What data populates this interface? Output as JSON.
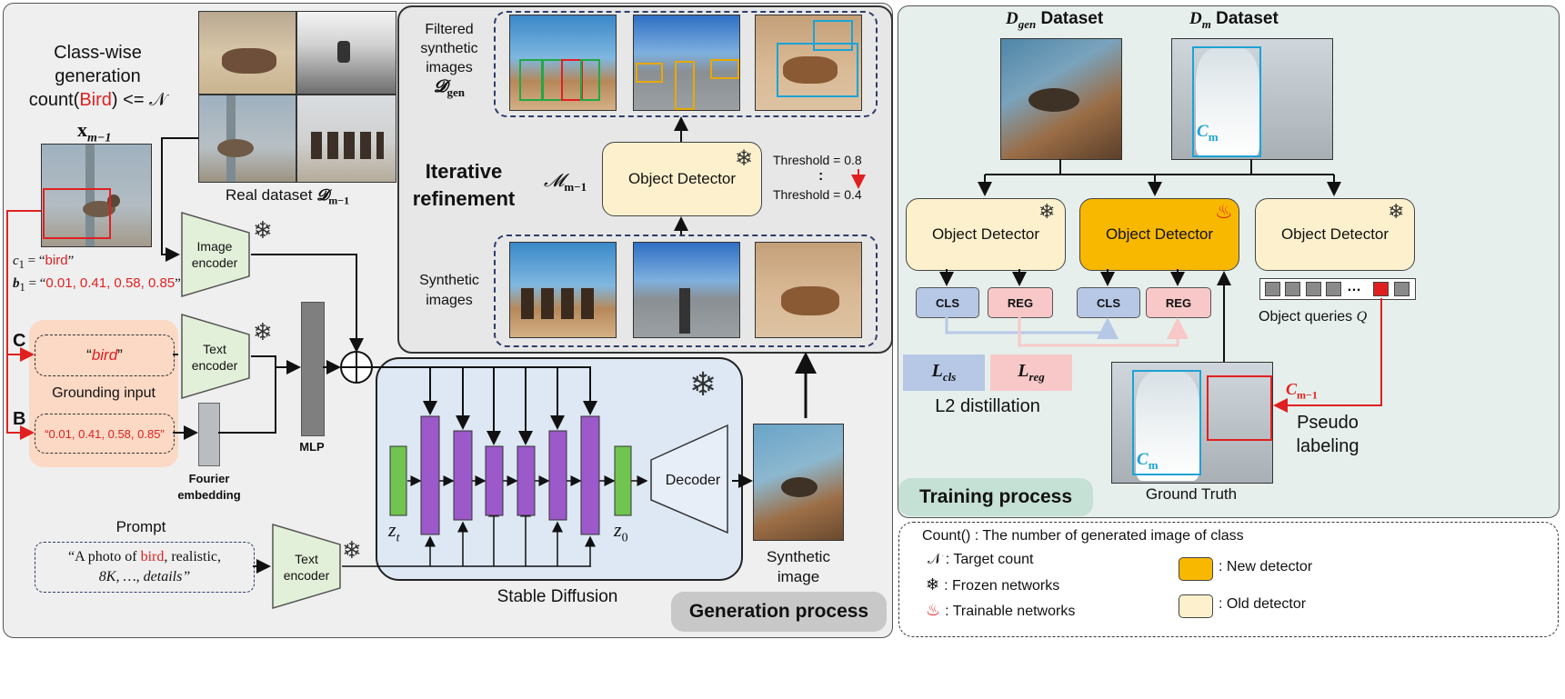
{
  "classwise": {
    "line1": "Class-wise",
    "line2": "generation",
    "count_prefix": "count(",
    "count_class": "Bird",
    "count_suffix": ") <= ",
    "count_symbol": "𝒩",
    "x_label": "x",
    "x_sub": "m−1"
  },
  "grounding_text": {
    "c1_label": "c",
    "c1_sub": "1",
    "c1_eq": " = “",
    "c1_value": "bird",
    "c1_close": "”",
    "b1_label": "b",
    "b1_sub": "1",
    "b1_eq": " = “",
    "b1_value": "0.01, 0.41, 0.58, 0.85",
    "b1_close": "”"
  },
  "real_dataset": {
    "label": "Real dataset ",
    "symbol": "𝓓",
    "sub": "m−1"
  },
  "encoders": {
    "image": "Image encoder",
    "text1": "Text encoder",
    "text2": "Text encoder",
    "fourier_line1": "Fourier",
    "fourier_line2": "embedding",
    "mlp": "MLP"
  },
  "grounding": {
    "C": "C",
    "B": "B",
    "bird_open": "“",
    "bird": "bird",
    "bird_close": "”",
    "box_value": "“0.01, 0.41, 0.58, 0.85”",
    "label": "Grounding input"
  },
  "prompt": {
    "title": "Prompt",
    "line1_a": "“A photo of ",
    "line1_b": "bird",
    "line1_c": ", realistic,",
    "line2": "8K, …, details”"
  },
  "diffusion": {
    "zt": "z",
    "zt_sub": "t",
    "z0": "z",
    "z0_sub": "0",
    "decoder": "Decoder",
    "label": "Stable Diffusion"
  },
  "synthetic_image": {
    "line1": "Synthetic",
    "line2": "image"
  },
  "refinement": {
    "filtered_line1": "Filtered",
    "filtered_line2": "synthetic",
    "filtered_line3": "images",
    "dgen": "𝓓",
    "dgen_sub": "gen",
    "iterative_line1": "Iterative",
    "iterative_line2": "refinement",
    "model": "𝓜",
    "model_sub": "m−1",
    "detector": "Object Detector",
    "threshold_top": "Threshold = 0.8",
    "threshold_dots": ":",
    "threshold_bottom": "Threshold = 0.4",
    "synthetic_line1": "Synthetic",
    "synthetic_line2": "images"
  },
  "generation_label": "Generation process",
  "training": {
    "dgen_title": "D",
    "dgen_sub": "gen",
    "dgen_rest": " Dataset",
    "dm_title": "D",
    "dm_sub": "m",
    "dm_rest": " Dataset",
    "cm": "C",
    "cm_sub": "m",
    "detector_left": "Object Detector",
    "detector_mid": "Object Detector",
    "detector_right": "Object Detector",
    "cls1": "CLS",
    "reg1": "REG",
    "cls2": "CLS",
    "reg2": "REG",
    "queries_dots": "…",
    "queries_label": "Object queries ",
    "queries_symbol": "Q",
    "lcls": "L",
    "lcls_sub": "cls",
    "lreg": "L",
    "lreg_sub": "reg",
    "distill": "L2 distillation",
    "cm1": "C",
    "cm1_sub": "m−1",
    "pseudo_line1": "Pseudo",
    "pseudo_line2": "labeling",
    "ground_truth": "Ground Truth",
    "label": "Training process"
  },
  "legend": {
    "count": "Count() : The number of generated image of class",
    "target_symbol": "𝒩",
    "target": " : Target count",
    "frozen": ": Frozen networks",
    "trainable": ": Trainable networks",
    "new_detector": ": New detector",
    "old_detector": ": Old detector"
  },
  "colors": {
    "left_bg": "#efefef",
    "right_bg": "#e6efeb",
    "refine_bg": "#e7e7e7",
    "grounding_bg": "#fbd9c5",
    "diffusion_bg": "#dde8f4",
    "encoder_fill": "#e3f0d9",
    "detector_old": "#fdf1cd",
    "detector_new": "#f8b800",
    "mlp": "#7f7f7f",
    "green_block": "#70c44f",
    "purple_block": "#9b59c9",
    "cls_fill": "#b7c8e6",
    "reg_fill": "#f8c8c8",
    "highlight_red": "#e02020",
    "highlight_blue": "#1ba3d6"
  }
}
